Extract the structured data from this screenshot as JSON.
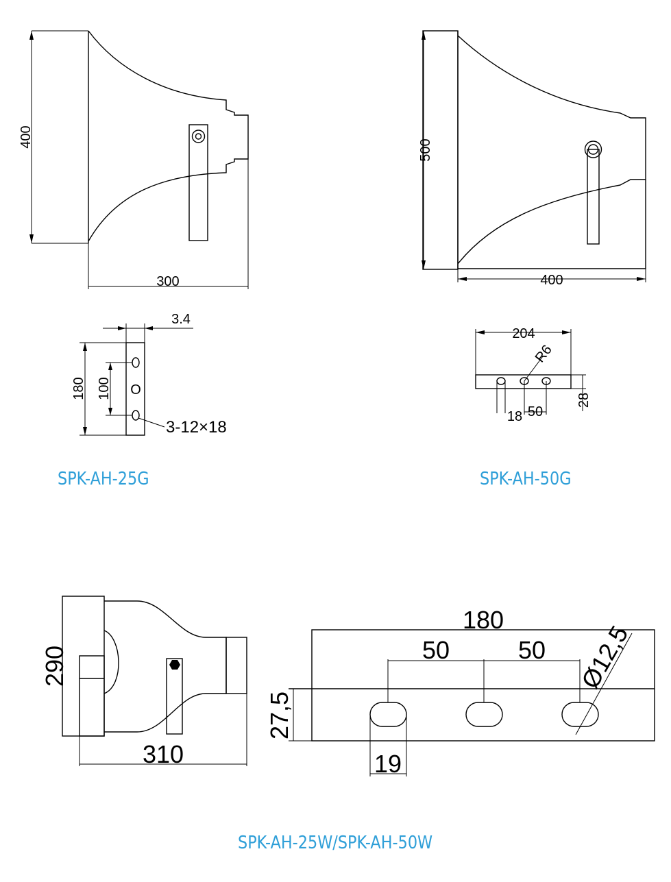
{
  "colors": {
    "line": "#000000",
    "caption": "#2f9fd8",
    "background": "#ffffff"
  },
  "model_25g": {
    "caption": "SPK-AH-25G",
    "height_dim": "400",
    "length_dim": "300",
    "bracket": {
      "thickness_dim": "3.4",
      "height_dim": "180",
      "hole_spacing_dim": "100",
      "slot_label": "3-12×18",
      "hole_center_label": "O"
    }
  },
  "model_50g": {
    "caption": "SPK-AH-50G",
    "height_dim": "500",
    "length_dim": "400",
    "bracket": {
      "length_dim": "204",
      "radius_dim": "R6",
      "thickness_dim": "28",
      "slot_width_dim": "18",
      "spacing_dim": "50"
    }
  },
  "model_w": {
    "caption": "SPK-AH-25W/SPK-AH-50W",
    "height_dim": "290",
    "length_dim": "310",
    "bracket": {
      "length_dim": "180",
      "spacing_left_dim": "50",
      "spacing_right_dim": "50",
      "diameter_dim": "Ø12,5",
      "height_dim": "27,5",
      "slot_width_dim": "19"
    }
  }
}
